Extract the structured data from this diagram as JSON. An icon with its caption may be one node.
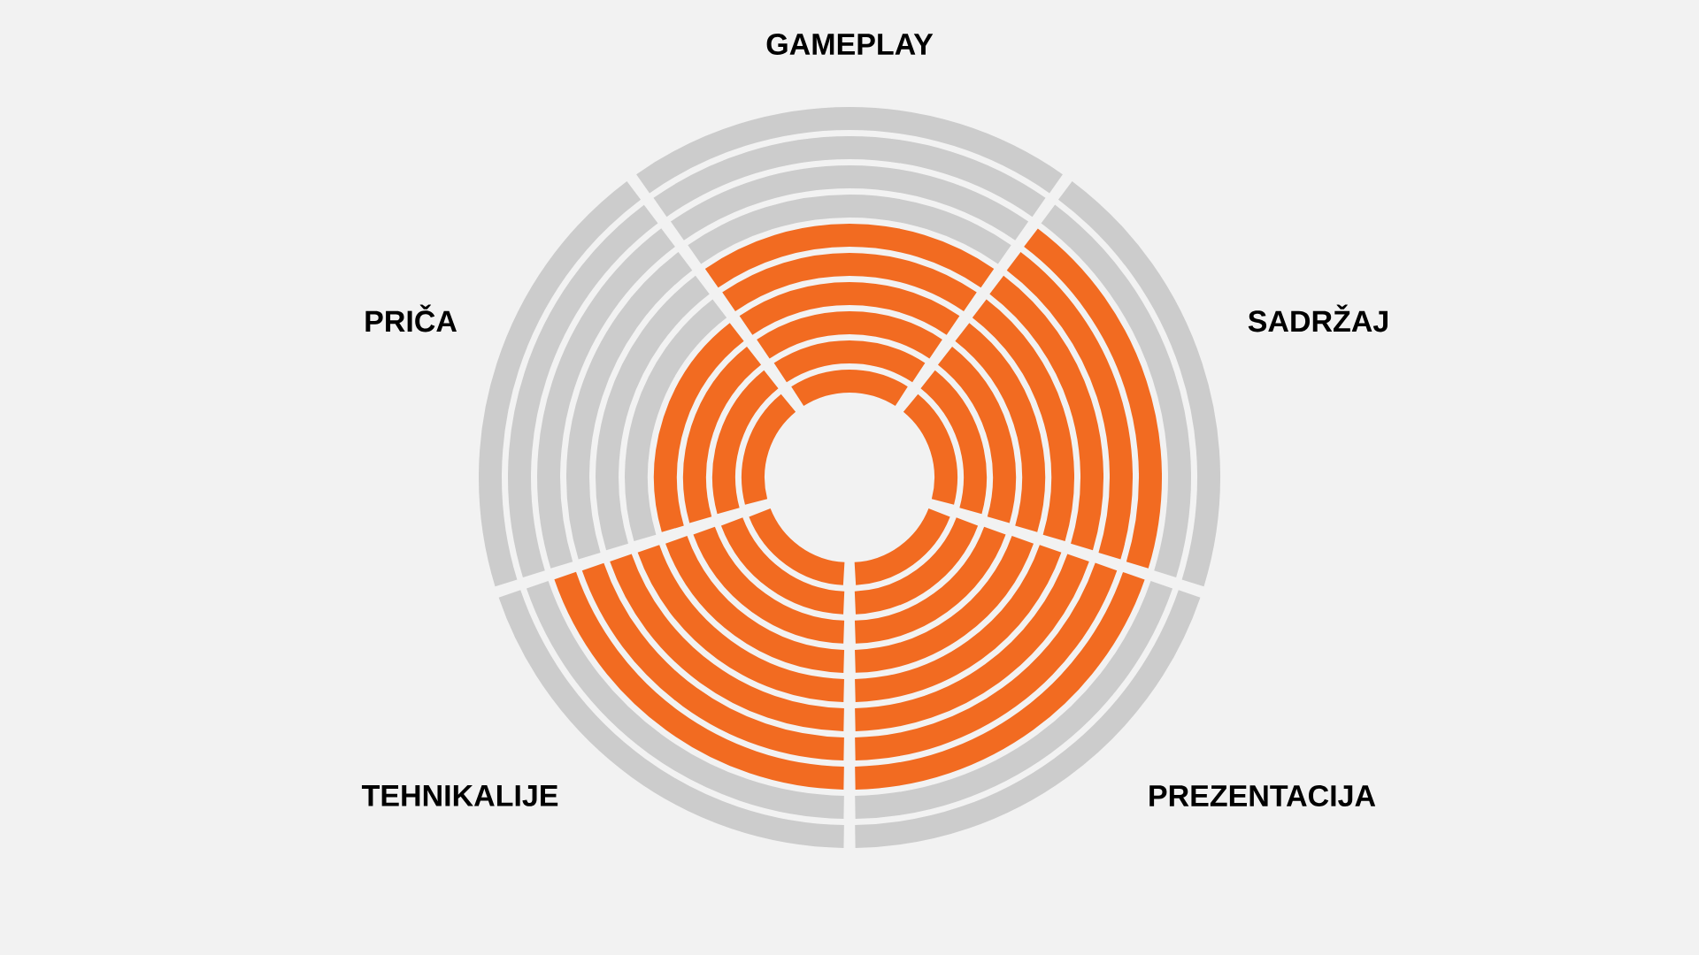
{
  "diagram": {
    "labels": [
      "GAMEPLAY",
      "PRIČA",
      "SADRŽAJ",
      "TEHNIKALIJE",
      "PREZENTACIJA"
    ]
  }
}
